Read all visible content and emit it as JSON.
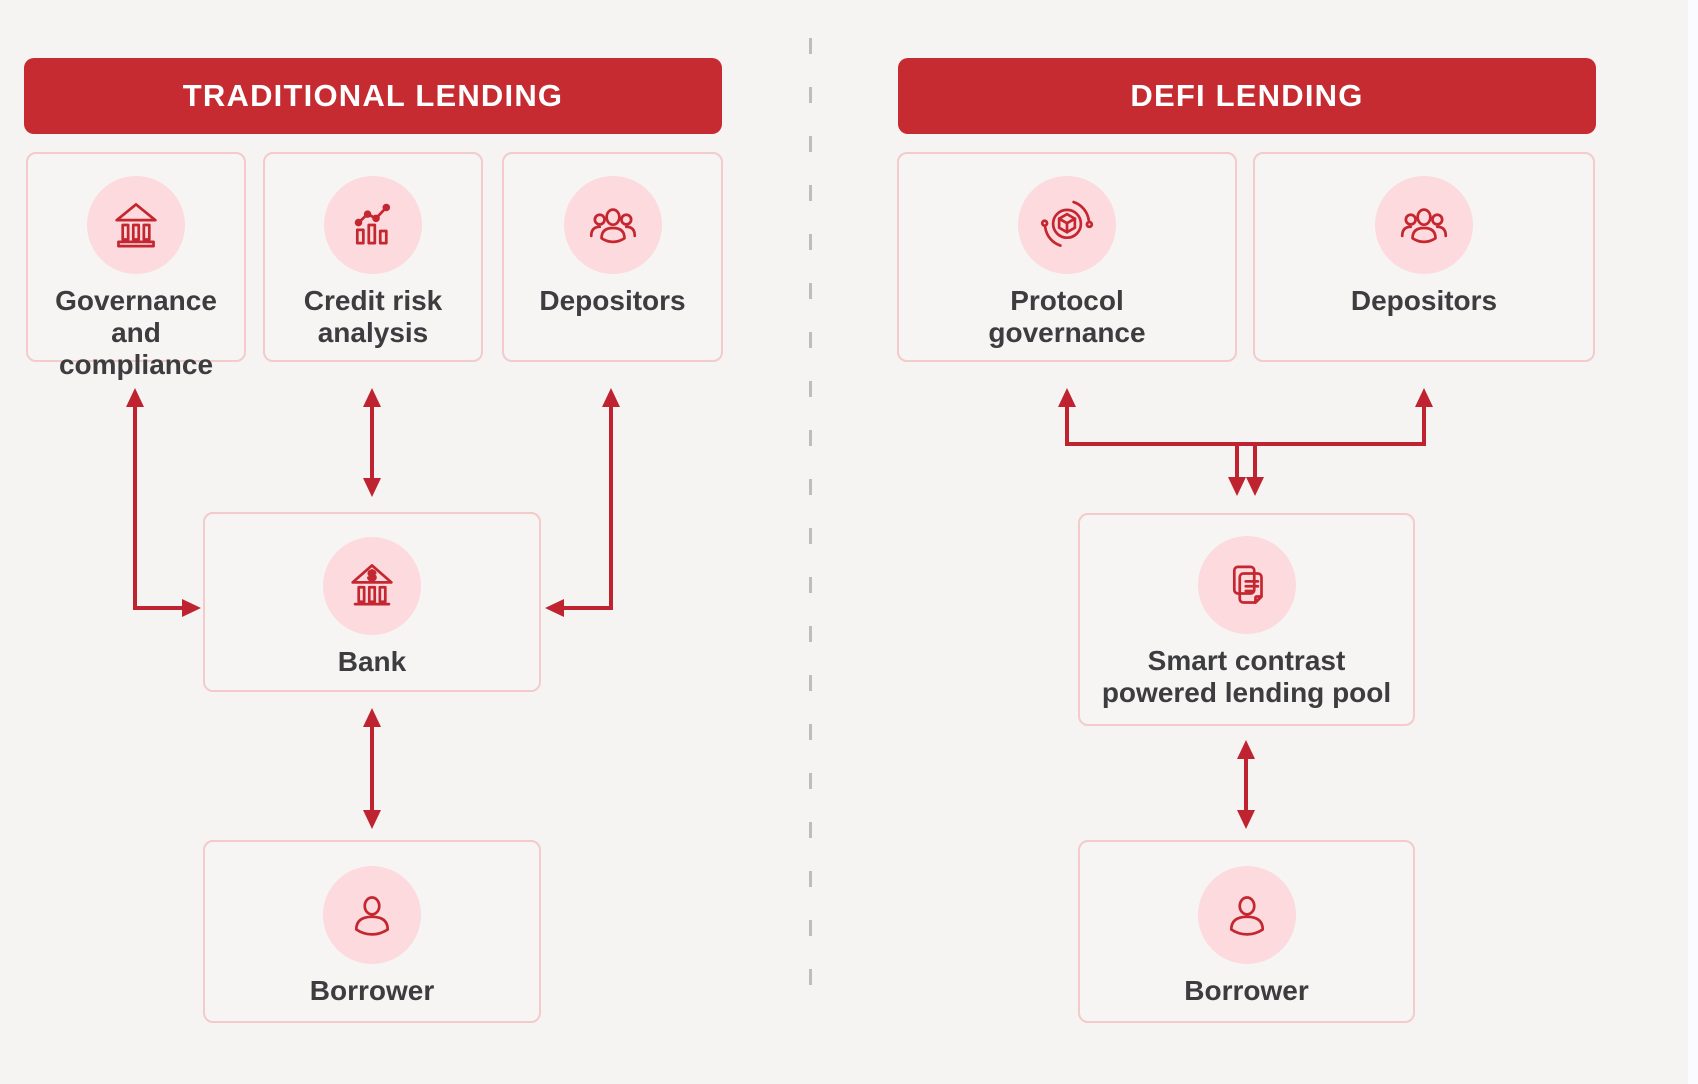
{
  "colors": {
    "bg": "#f5f4f2",
    "strip": "#fafbfe",
    "banner": "#c52b30",
    "banner_text": "#ffffff",
    "card_bg": "#f6f5f4",
    "card_border": "#f2cbca",
    "circle": "#fcdade",
    "icon": "#c52731",
    "arrow": "#bf2330",
    "text": "#3d3d40",
    "divider": "#bdbdbd"
  },
  "left_panel": {
    "title": "TRADITIONAL LENDING",
    "cards": {
      "governance": {
        "lines": [
          "Governance and",
          "compliance"
        ],
        "icon": "bank-building-icon"
      },
      "credit": {
        "lines": [
          "Credit risk",
          "analysis"
        ],
        "icon": "bar-chart-icon"
      },
      "depositors": {
        "lines": [
          "Depositors"
        ],
        "icon": "people-group-icon"
      },
      "bank": {
        "lines": [
          "Bank"
        ],
        "icon": "bank-dollar-icon"
      },
      "borrower": {
        "lines": [
          "Borrower"
        ],
        "icon": "person-icon"
      }
    }
  },
  "right_panel": {
    "title": "DEFI LENDING",
    "cards": {
      "protocol": {
        "lines": [
          "Protocol",
          "governance"
        ],
        "icon": "protocol-cube-icon"
      },
      "depositors": {
        "lines": [
          "Depositors"
        ],
        "icon": "people-group-icon"
      },
      "pool": {
        "lines": [
          "Smart contrast",
          "powered lending pool"
        ],
        "icon": "smart-contract-icon"
      },
      "borrower": {
        "lines": [
          "Borrower"
        ],
        "icon": "person-icon"
      }
    }
  }
}
